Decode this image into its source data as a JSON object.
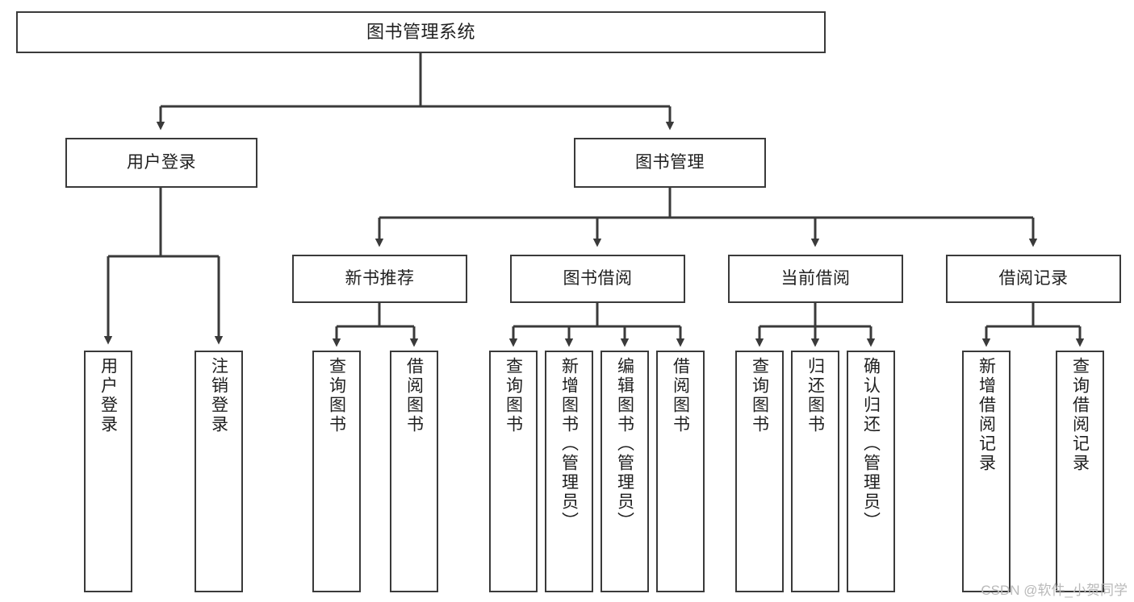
{
  "diagram": {
    "title": "图书管理系统",
    "type": "tree-hierarchy-chart",
    "orientation": "top-down",
    "colors": {
      "box_border": "#3a3a3a",
      "box_fill": "#ffffff",
      "connector": "#3a3a3a",
      "text": "#1f1f1f",
      "watermark": "#b9b9b9",
      "background": "#ffffff"
    }
  },
  "root": {
    "id": "root",
    "label": "图书管理系统"
  },
  "level2": [
    {
      "id": "user-login",
      "label": "用户登录"
    },
    {
      "id": "book-management",
      "label": "图书管理"
    }
  ],
  "level3": [
    {
      "id": "new-book-recommend",
      "label": "新书推荐",
      "parent": "book-management"
    },
    {
      "id": "book-borrow",
      "label": "图书借阅",
      "parent": "book-management"
    },
    {
      "id": "current-borrow",
      "label": "当前借阅",
      "parent": "book-management"
    },
    {
      "id": "borrow-record",
      "label": "借阅记录",
      "parent": "book-management"
    }
  ],
  "leaves": {
    "user_login": [
      {
        "id": "leaf-user-login",
        "label": "用户登录"
      },
      {
        "id": "leaf-logout",
        "label": "注销登录"
      }
    ],
    "new_book_recommend": [
      {
        "id": "leaf-query-book-1",
        "label": "查询图书"
      },
      {
        "id": "leaf-borrow-book-1",
        "label": "借阅图书"
      }
    ],
    "book_borrow": [
      {
        "id": "leaf-query-book-2",
        "label": "查询图书"
      },
      {
        "id": "leaf-add-book",
        "label": "新增图书（管理员）"
      },
      {
        "id": "leaf-edit-book",
        "label": "编辑图书（管理员）"
      },
      {
        "id": "leaf-borrow-book-2",
        "label": "借阅图书"
      }
    ],
    "current_borrow": [
      {
        "id": "leaf-query-book-3",
        "label": "查询图书"
      },
      {
        "id": "leaf-return-book",
        "label": "归还图书"
      },
      {
        "id": "leaf-confirm-return",
        "label": "确认归还（管理员）"
      }
    ],
    "borrow_record": [
      {
        "id": "leaf-add-record",
        "label": "新增借阅记录"
      },
      {
        "id": "leaf-query-record",
        "label": "查询借阅记录"
      }
    ]
  },
  "watermark": {
    "text": "CSDN @软件_小贺同学"
  }
}
